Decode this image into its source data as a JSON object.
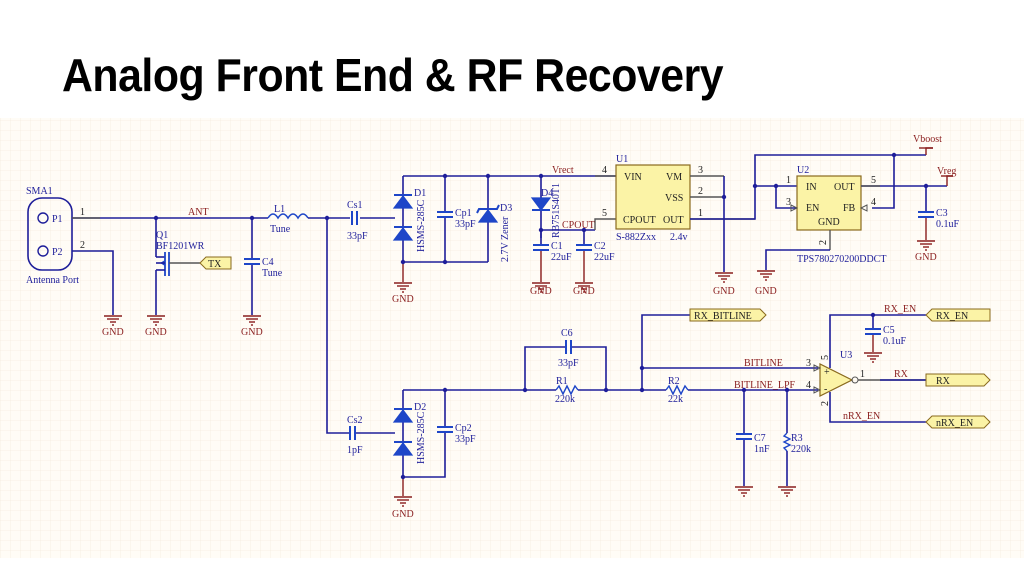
{
  "slide": {
    "title": "Analog Front End & RF Recovery"
  },
  "schematic": {
    "connector": {
      "ref": "SMA1",
      "pin1": "P1",
      "pin2": "P2",
      "caption": "Antenna Port",
      "pin1_num": "1",
      "pin2_num": "2"
    },
    "nets": {
      "ant": "ANT",
      "vrect": "Vrect",
      "cpout": "CPOUT",
      "vboost": "Vboost",
      "vreg": "Vreg",
      "bitline": "BITLINE",
      "bitline_lpf": "BITLINE_LPF",
      "rx_en": "RX_EN",
      "rx": "RX",
      "nrx_en": "nRX_EN"
    },
    "ports": {
      "tx": "TX",
      "rx_bitline": "RX_BITLINE",
      "rx_en": "RX_EN",
      "rx": "RX",
      "nrx_en": "nRX_EN"
    },
    "gnd": "GND",
    "components": {
      "q1": {
        "ref": "Q1",
        "value": "BF1201WR"
      },
      "c4": {
        "ref": "C4",
        "value": "Tune"
      },
      "l1": {
        "ref": "L1",
        "value": "Tune"
      },
      "cs1": {
        "ref": "Cs1",
        "value": "33pF"
      },
      "d1": {
        "ref": "D1",
        "value": "HSMS-285C"
      },
      "cp1": {
        "ref": "Cp1",
        "value": "33pF"
      },
      "d3": {
        "ref": "D3",
        "value": "2.7V Zener"
      },
      "d4": {
        "ref": "D4",
        "value": "RB751S40T1"
      },
      "c1": {
        "ref": "C1",
        "value": "22uF"
      },
      "c2": {
        "ref": "C2",
        "value": "22uF"
      },
      "u1": {
        "ref": "U1",
        "part": "S-882Zxx",
        "value": "2.4v",
        "pins": {
          "vin": "VIN",
          "vm": "VM",
          "vss": "VSS",
          "cpout": "CPOUT",
          "out": "OUT"
        },
        "pin_nums": {
          "vin": "4",
          "vm": "3",
          "vss": "2",
          "cpout": "5",
          "out": "1"
        }
      },
      "u2": {
        "ref": "U2",
        "part": "TPS780270200DDCT",
        "pins": {
          "in": "IN",
          "out": "OUT",
          "en": "EN",
          "fb": "FB",
          "gnd": "GND"
        },
        "pin_nums": {
          "in": "1",
          "out": "5",
          "en": "3",
          "fb": "4",
          "gnd": "2"
        }
      },
      "c3": {
        "ref": "C3",
        "value": "0.1uF"
      },
      "cs2": {
        "ref": "Cs2",
        "value": "1pF"
      },
      "d2": {
        "ref": "D2",
        "value": "HSMS-285C"
      },
      "cp2": {
        "ref": "Cp2",
        "value": "33pF"
      },
      "c6": {
        "ref": "C6",
        "value": "33pF"
      },
      "r1": {
        "ref": "R1",
        "value": "220k"
      },
      "r2": {
        "ref": "R2",
        "value": "22k"
      },
      "c7": {
        "ref": "C7",
        "value": "1nF"
      },
      "r3": {
        "ref": "R3",
        "value": "220k"
      },
      "c5": {
        "ref": "C5",
        "value": "0.1uF"
      },
      "u3": {
        "ref": "U3",
        "pin_nums": {
          "plus": "3",
          "minus": "4",
          "out": "1",
          "vdd": "5",
          "vss": "2"
        },
        "plus": "+",
        "minus": "-"
      }
    }
  }
}
